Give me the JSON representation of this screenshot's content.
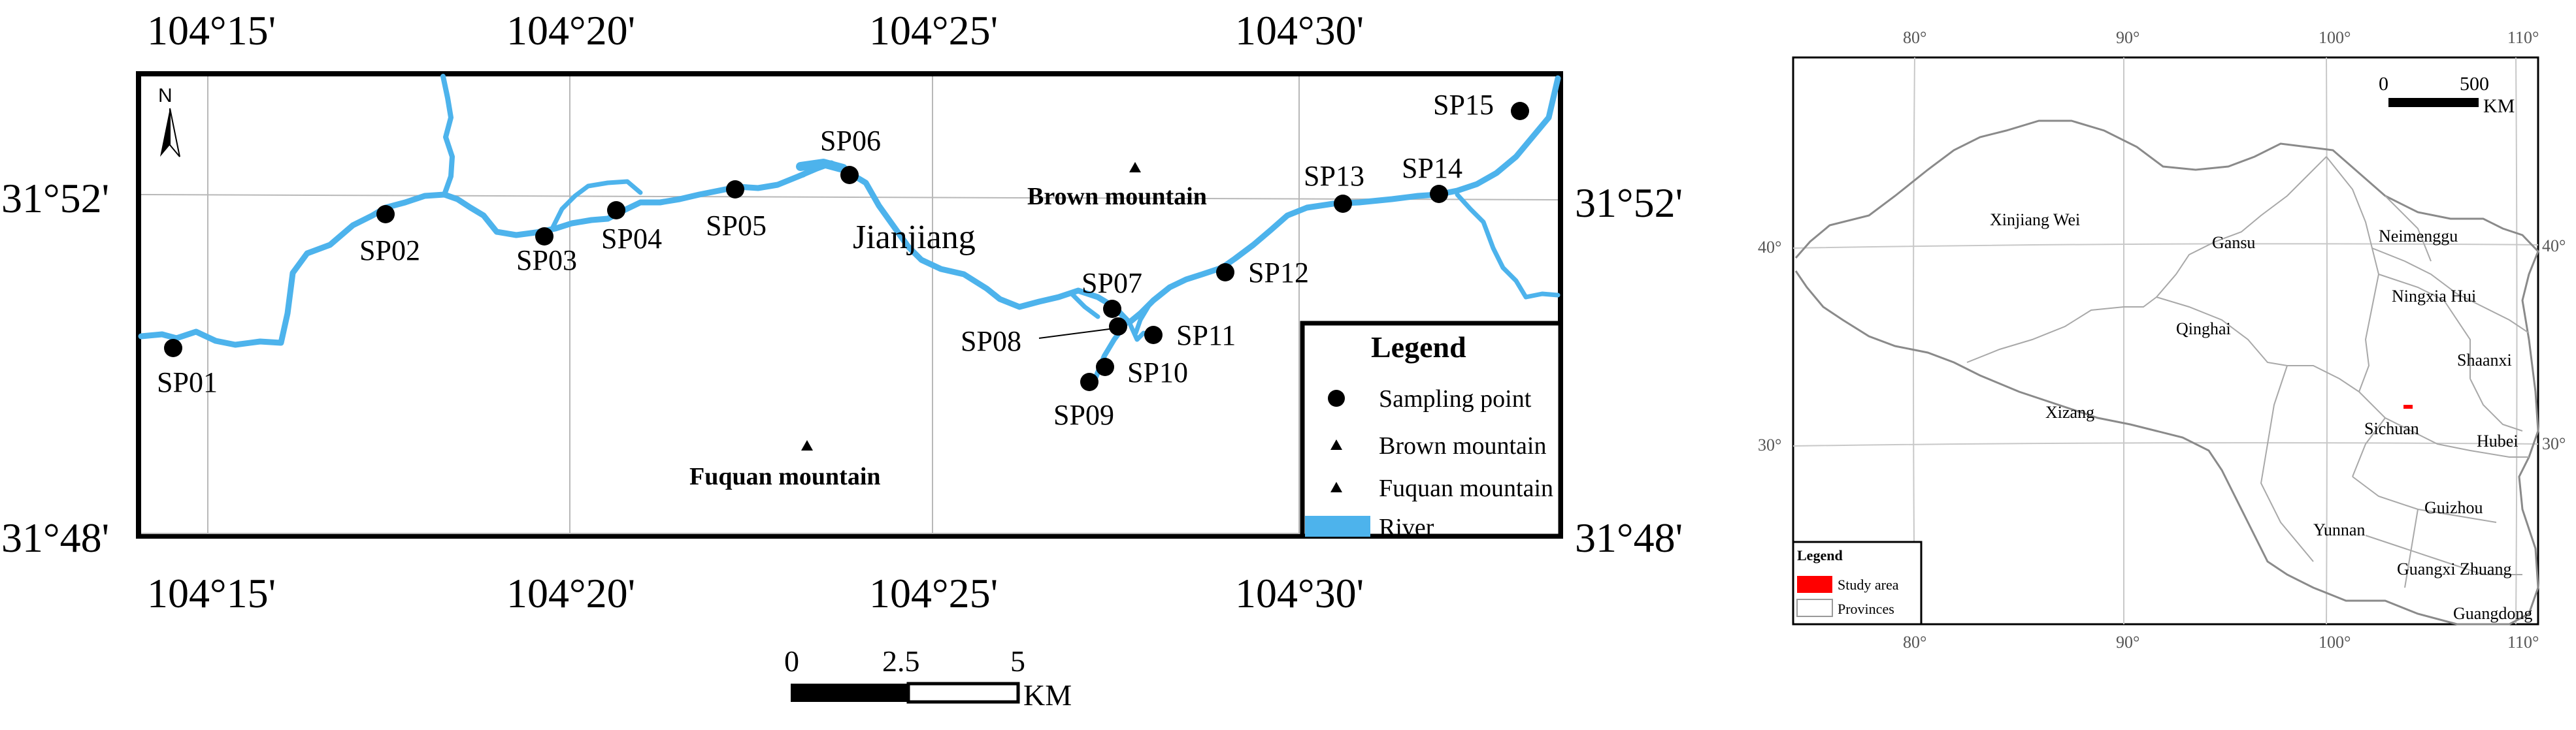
{
  "main_map": {
    "top_longitudes": [
      "104°15'",
      "104°20'",
      "104°25'",
      "104°30'"
    ],
    "bottom_longitudes": [
      "104°15'",
      "104°20'",
      "104°25'",
      "104°30'"
    ],
    "left_latitudes": [
      "31°52'",
      "31°48'"
    ],
    "right_latitudes": [
      "31°52'",
      "31°48'"
    ],
    "north_arrow": "N",
    "sampling_points": [
      "SP01",
      "SP02",
      "SP03",
      "SP04",
      "SP05",
      "SP06",
      "SP07",
      "SP08",
      "SP09",
      "SP10",
      "SP11",
      "SP12",
      "SP13",
      "SP14",
      "SP15"
    ],
    "place_label": "Jianjiang",
    "mountains": [
      "Brown mountain",
      "Fuquan mountain"
    ],
    "legend": {
      "title": "Legend",
      "items": [
        "Sampling point",
        "Brown mountain",
        "Fuquan mountain",
        "River"
      ]
    },
    "scale_bar": {
      "ticks": [
        "0",
        "2.5",
        "5"
      ],
      "unit": "KM"
    }
  },
  "inset_map": {
    "top_ticks": [
      "80°",
      "90°",
      "100°",
      "110°"
    ],
    "bottom_ticks": [
      "80°",
      "90°",
      "100°",
      "110°"
    ],
    "left_ticks": [
      "40°",
      "30°"
    ],
    "right_ticks": [
      "40°",
      "30°"
    ],
    "provinces": [
      "Xinjiang Wei",
      "Gansu",
      "Neimenggu",
      "Ningxia Hui",
      "Qinghai",
      "Shaanxi",
      "Xizang",
      "Sichuan",
      "Hubei",
      "Yunnan",
      "Guizhou",
      "Guangxi Zhuang",
      "Guangdong"
    ],
    "scale_bar": {
      "ticks": [
        "0",
        "500"
      ],
      "unit": "KM"
    },
    "legend": {
      "title": "Legend",
      "items": [
        "Study area",
        "Provinces"
      ]
    }
  },
  "colors": {
    "river": "#4db3ec",
    "study_area": "#ff0000",
    "frame": "#000000",
    "grid": "#b0b0b0",
    "province_border": "#a0a0a0"
  }
}
